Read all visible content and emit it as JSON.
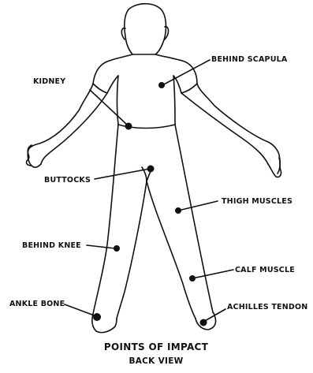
{
  "labels": {
    "behind_scapula": "BEHIND SCAPULA",
    "kidney": "KIDNEY",
    "buttocks": "BUTTOCKS",
    "thigh_muscles": "THIGH MUSCLES",
    "behind_knee": "BEHIND KNEE",
    "calf_muscle": "CALF MUSCLE",
    "ankle_bone": "ANKLE BONE",
    "achilles_tendon": "ACHILLES TENDON"
  },
  "caption": {
    "title": "POINTS OF IMPACT",
    "subtitle": "BACK VIEW"
  },
  "colors": {
    "ink": "#111111",
    "paper": "#ffffff"
  }
}
